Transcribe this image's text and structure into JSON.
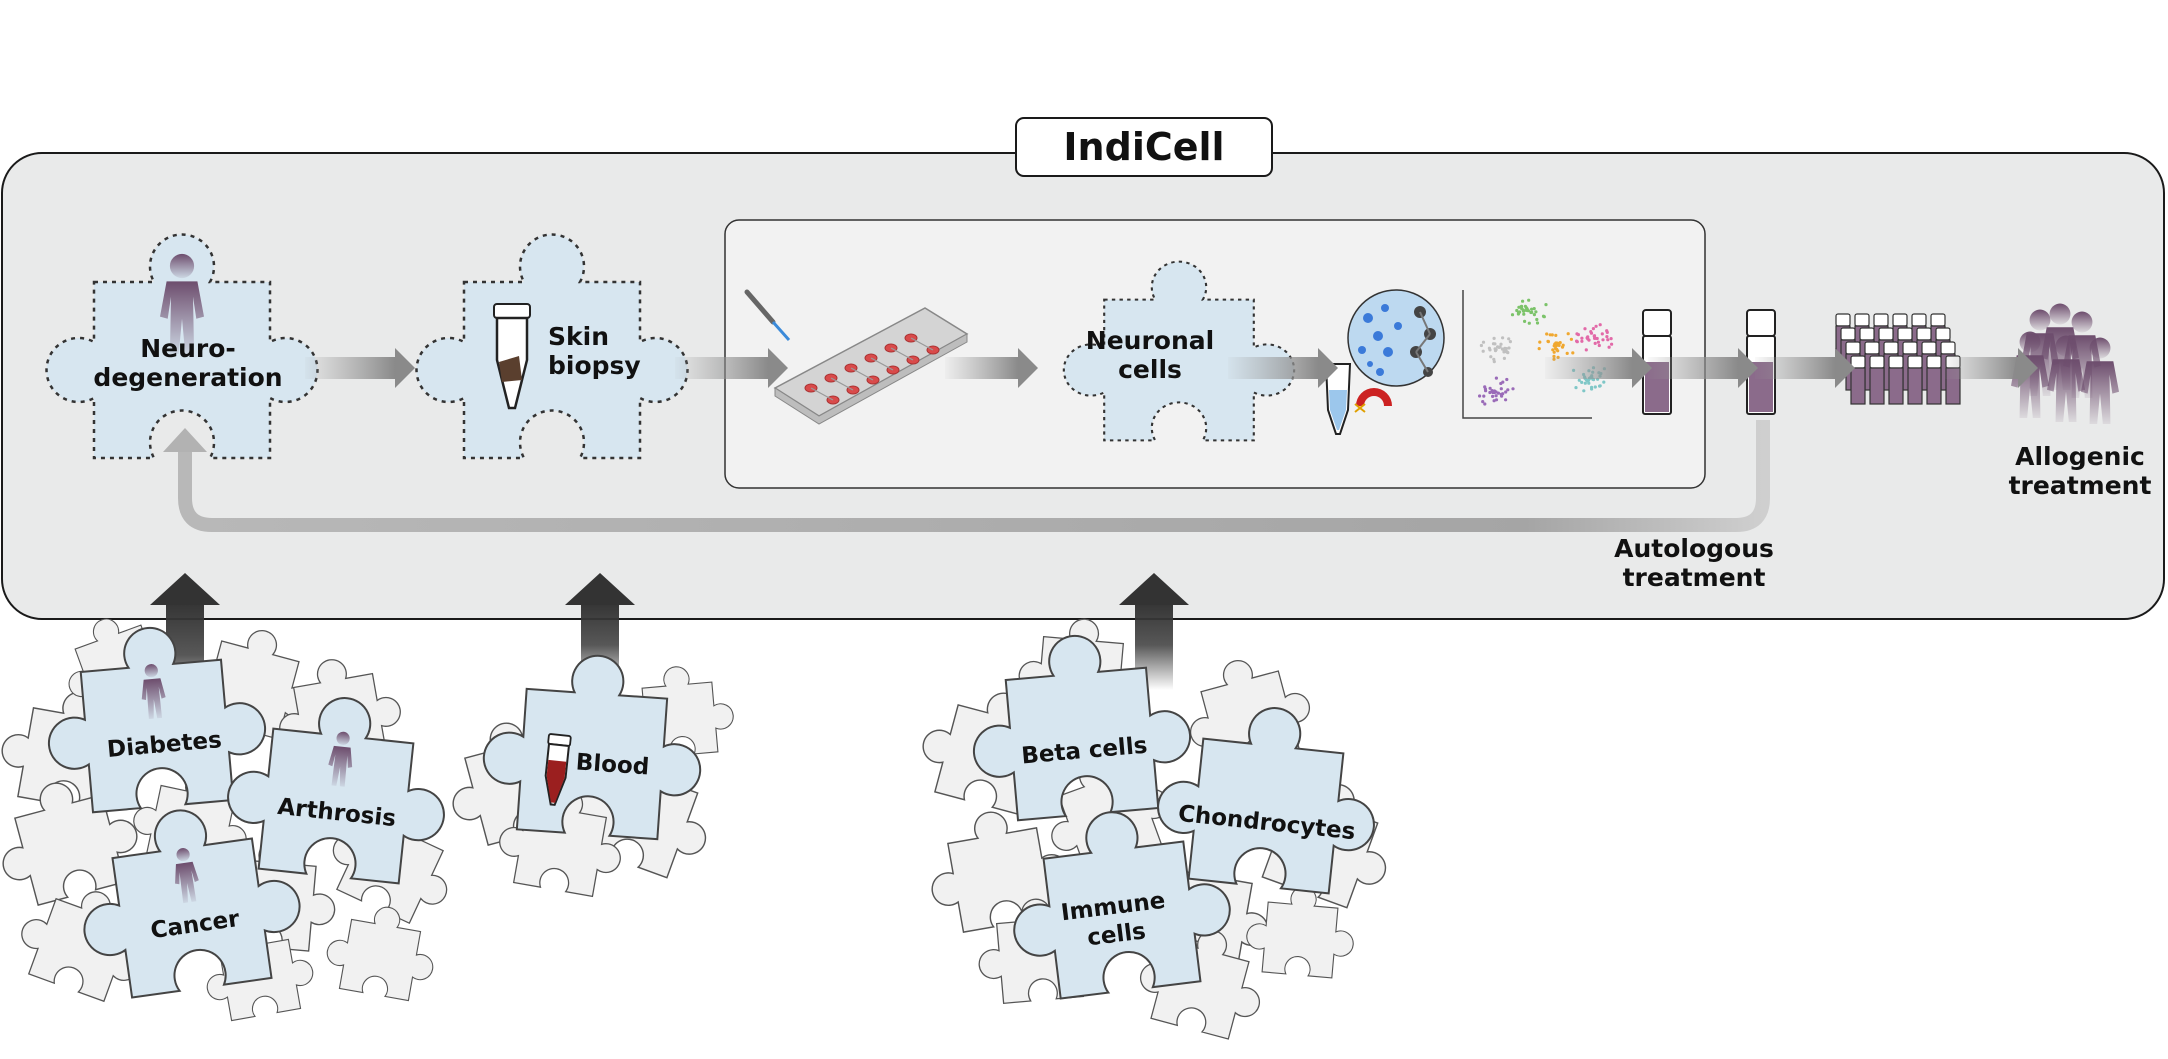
{
  "title": "IndiCell",
  "pipeline": {
    "neuro_line1": "Neuro-",
    "neuro_line2": "degeneration",
    "skin_line1": "Skin",
    "skin_line2": "biopsy",
    "neuronal_line1": "Neuronal",
    "neuronal_line2": "cells",
    "allogenic_line1": "Allogenic",
    "allogenic_line2": "treatment",
    "autologous_line1": "Autologous",
    "autologous_line2": "treatment"
  },
  "diseases": [
    "Diabetes",
    "Arthrosis",
    "Cancer"
  ],
  "sources": [
    "Blood"
  ],
  "cell_types": [
    "Beta cells",
    "Chondrocytes",
    "Immune cells"
  ],
  "colors": {
    "piece_fill": "#d7e6f0",
    "box_fill": "#e9eaea",
    "inner_box_fill": "#f2f2f2",
    "person": "#6d4d6d",
    "vial_liquid": "#8b6b8b",
    "blood": "#9b1f1f",
    "arrow": "#9a9a9a",
    "dark_arrow": "#3a3a3a"
  }
}
